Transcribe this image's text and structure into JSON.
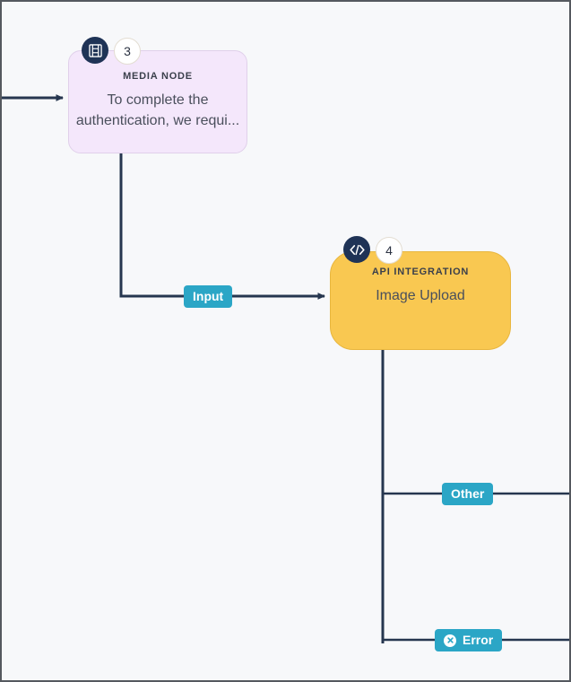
{
  "canvas": {
    "background_color": "#f7f8fa",
    "border_color": "#55595f"
  },
  "nodes": [
    {
      "id": "media-node",
      "number": "3",
      "kind": "MEDIA NODE",
      "title": "To complete the authentication, we requi...",
      "icon": "film-strip-icon",
      "fill_color": "#f4e7fb",
      "icon_bg_color": "#1f3356"
    },
    {
      "id": "api-node",
      "number": "4",
      "kind": "API INTEGRATION",
      "title": "Image Upload",
      "icon": "code-brackets-icon",
      "fill_color": "#f9c851",
      "icon_bg_color": "#1f3356"
    }
  ],
  "edge_labels": [
    {
      "id": "input-label",
      "text": "Input",
      "color": "#2ba6c6",
      "icon": null
    },
    {
      "id": "other-label",
      "text": "Other",
      "color": "#2ba6c6",
      "icon": null
    },
    {
      "id": "error-label",
      "text": "Error",
      "color": "#2ba6c6",
      "icon": "error-circle-x-icon"
    }
  ],
  "edges": {
    "stroke_color": "#26364f",
    "stroke_width": 3
  }
}
